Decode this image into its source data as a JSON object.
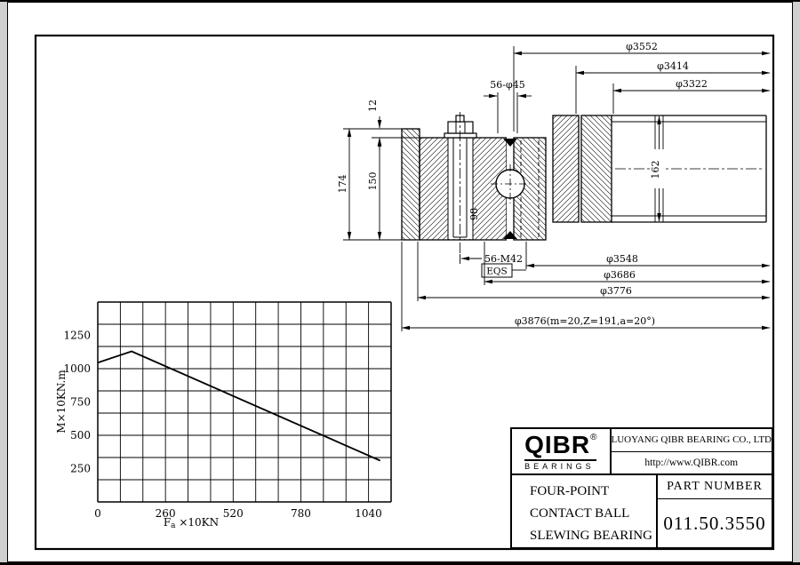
{
  "page": {
    "paper_color": "#ffffff",
    "line_color": "#000000"
  },
  "drawing": {
    "dims": {
      "d3552": "φ3552",
      "d3414": "φ3414",
      "d3322": "φ3322",
      "holes": "56-φ45",
      "step12": "12",
      "h174": "174",
      "h150": "150",
      "h162": "162",
      "ball98": "98",
      "thread": "56-M42",
      "eqs": "EQS",
      "d3548": "φ3548",
      "d3686": "φ3686",
      "d3776": "φ3776",
      "d3876": "φ3876(m=20,Z=191,a=20°)"
    }
  },
  "chart_data": {
    "type": "line",
    "xlabel": "Fa ×10KN",
    "xlabel_parts": [
      "F",
      "a",
      " ×10KN"
    ],
    "ylabel": "M×10KN.m",
    "x_ticks": [
      0,
      260,
      520,
      780,
      1040
    ],
    "y_ticks": [
      1250,
      1000,
      750,
      500,
      250
    ],
    "xlim": [
      0,
      1127
    ],
    "ylim": [
      0,
      1500
    ],
    "grid": {
      "cols": 13,
      "rows": 9,
      "visible": true
    },
    "points": [
      [
        0,
        1045
      ],
      [
        130,
        1130
      ],
      [
        1085,
        310
      ]
    ]
  },
  "title_block": {
    "logo_text": "QIBR",
    "logo_registered": "®",
    "logo_sub": "BEARINGS",
    "company": "LUOYANG QIBR BEARING CO., LTD",
    "website": "http://www.QIBR.com",
    "product_line1": "FOUR-POINT",
    "product_line2": "CONTACT BALL",
    "product_line3": "SLEWING BEARING",
    "part_number_label": "PART NUMBER",
    "part_number": "011.50.3550"
  }
}
